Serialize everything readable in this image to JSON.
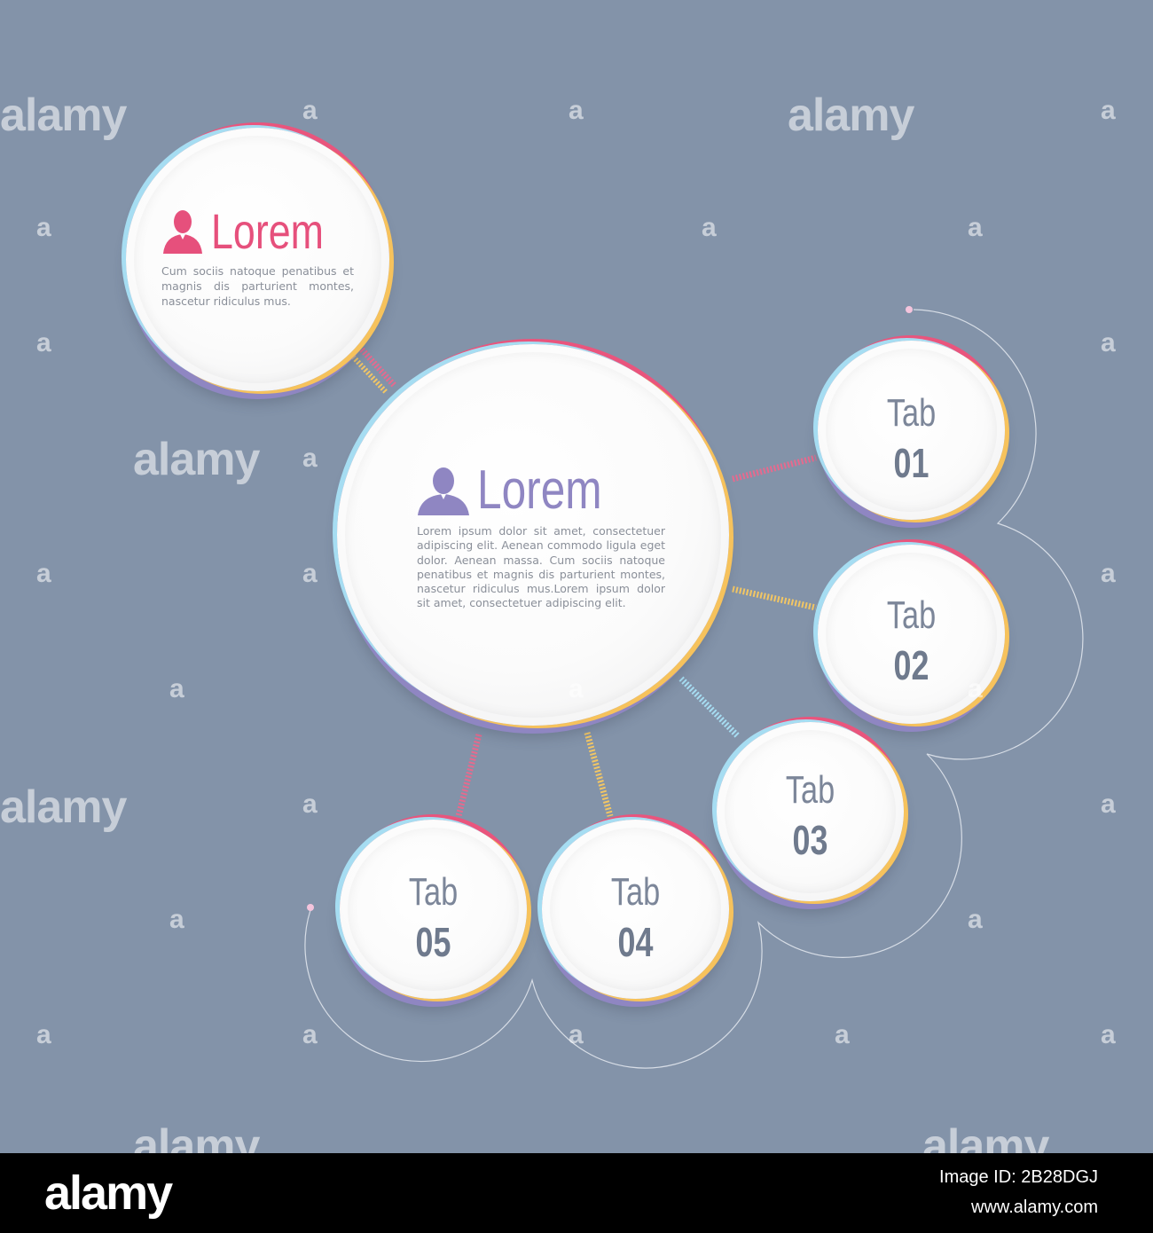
{
  "top_node": {
    "title": "Lorem",
    "text": "Cum sociis natoque penatibus et magnis dis parturient montes, nascetur ridiculus mus.",
    "accent": "#e6507c"
  },
  "center_node": {
    "title": "Lorem",
    "text": "Lorem ipsum dolor sit amet, consectetuer adipiscing elit. Aenean commodo ligula eget dolor. Aenean massa. Cum sociis natoque penatibus et magnis dis parturient montes, nascetur ridiculus mus.Lorem ipsum dolor sit amet, consectetuer adipiscing elit.",
    "accent": "#8f86c2"
  },
  "tabs": [
    {
      "word": "Tab",
      "number": "01"
    },
    {
      "word": "Tab",
      "number": "02"
    },
    {
      "word": "Tab",
      "number": "03"
    },
    {
      "word": "Tab",
      "number": "04"
    },
    {
      "word": "Tab",
      "number": "05"
    }
  ],
  "colors": {
    "background": "#8393a9",
    "pink": "#e9557d",
    "yellow": "#f6c25c",
    "blue": "#a6ddf2",
    "purple": "#8f86c2"
  },
  "watermark": {
    "word": "alamy",
    "letter": "a"
  },
  "footer": {
    "logo": "alamy",
    "image_id": "Image ID: 2B28DGJ",
    "url": "www.alamy.com"
  }
}
